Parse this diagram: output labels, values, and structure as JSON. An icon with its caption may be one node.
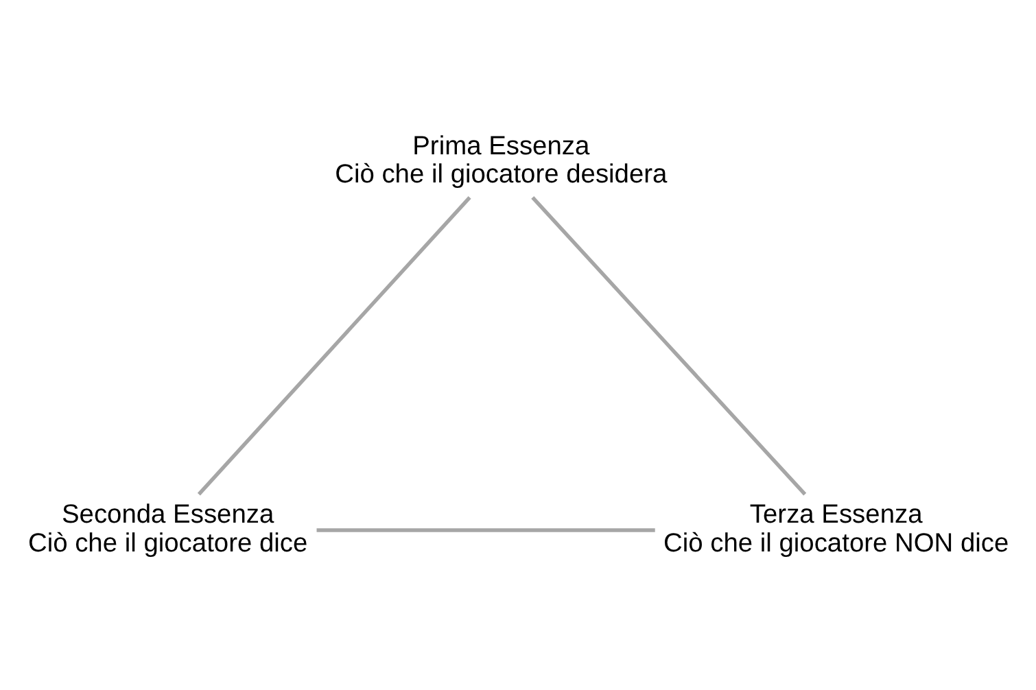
{
  "diagram": {
    "nodes": [
      {
        "text": [
          "Prima Essenza",
          "Ciò che il giocatore desidera"
        ]
      },
      {
        "text": [
          "Seconda Essenza",
          "Ciò che il giocatore dice"
        ]
      },
      {
        "text": [
          "Terza Essenza",
          "Ciò che il giocatore NON dice"
        ]
      }
    ],
    "edges": [
      {
        "from": 0,
        "to": 1,
        "arrow": "none",
        "color": "#a6a6a6"
      },
      {
        "from": 1,
        "to": 2,
        "arrow": "none",
        "color": "#a6a6a6"
      },
      {
        "from": 2,
        "to": 0,
        "arrow": "none",
        "color": "#a6a6a6"
      }
    ]
  }
}
